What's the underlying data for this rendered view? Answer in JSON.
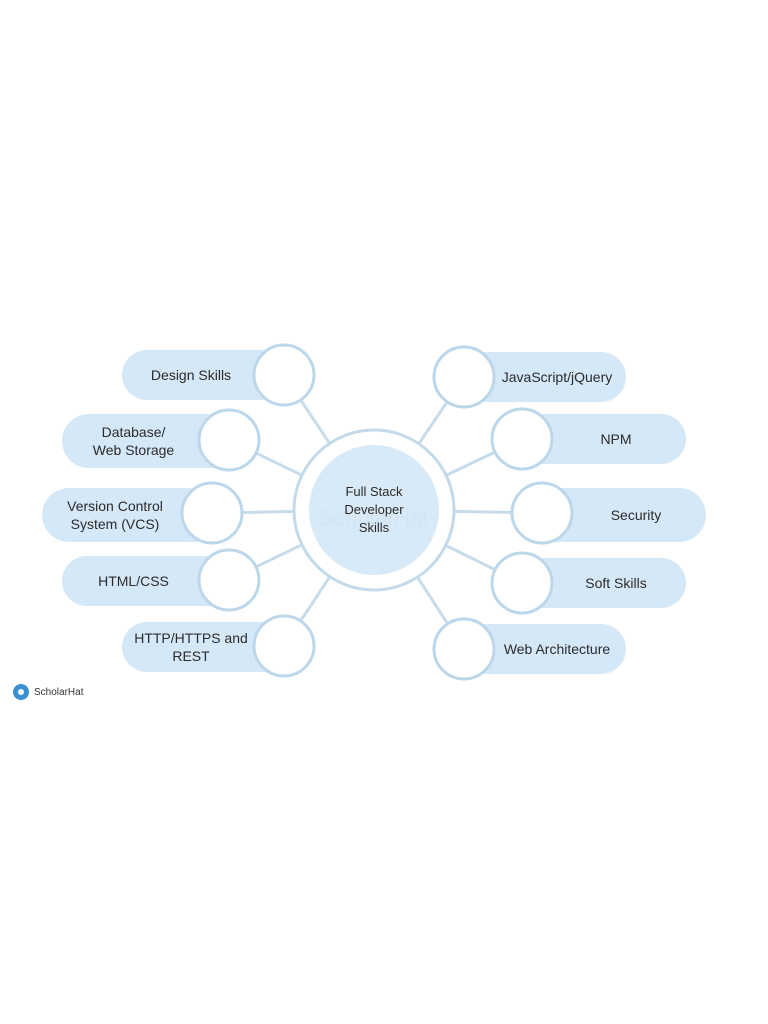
{
  "diagram": {
    "center": {
      "lines": [
        "Full Stack",
        "Developer",
        "Skills"
      ]
    },
    "watermark": "ScholarHat",
    "left_nodes": [
      {
        "lines": [
          "Design Skills"
        ]
      },
      {
        "lines": [
          "Database/",
          "Web Storage"
        ]
      },
      {
        "lines": [
          "Version Control",
          "System (VCS)"
        ]
      },
      {
        "lines": [
          "HTML/CSS"
        ]
      },
      {
        "lines": [
          "HTTP/HTTPS and",
          "REST"
        ]
      }
    ],
    "right_nodes": [
      {
        "lines": [
          "JavaScript/jQuery"
        ]
      },
      {
        "lines": [
          "NPM"
        ]
      },
      {
        "lines": [
          "Security"
        ]
      },
      {
        "lines": [
          "Soft Skills"
        ]
      },
      {
        "lines": [
          "Web Architecture"
        ]
      }
    ]
  },
  "logo": {
    "text": "ScholarHat"
  },
  "colors": {
    "pill_fill": "#d5e8f8",
    "ring_stroke": "#bcd6ea",
    "hub_fill": "#d8e9f7",
    "line": "#c6dceb",
    "text": "#2b2b2b",
    "logo_icon": "#3a8fd1"
  }
}
